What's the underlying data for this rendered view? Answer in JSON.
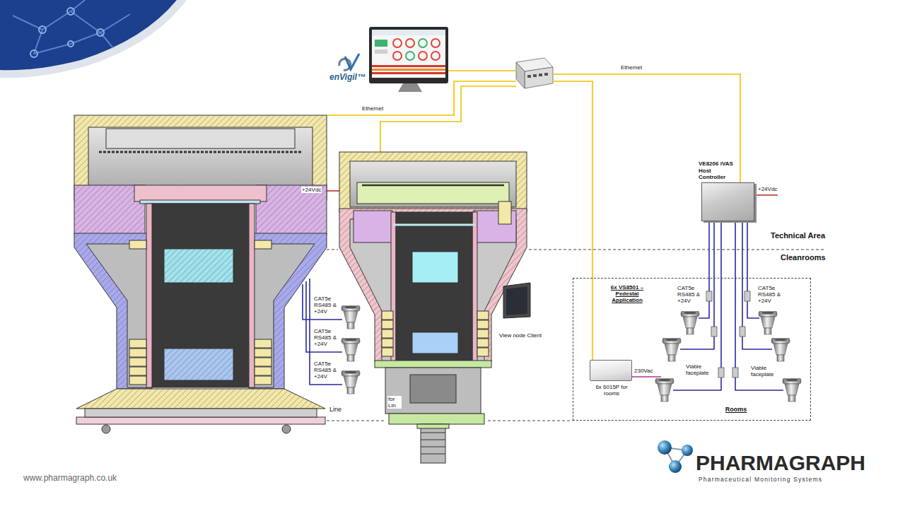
{
  "diagram": {
    "nodes": [
      {
        "text": [
          "VE8206 iVAS Host Controller"
        ]
      },
      {
        "text": [
          "6x VS8501 – Pedestal Application",
          "Rooms"
        ]
      },
      {
        "text": [
          "6x 6015P for rooms"
        ],
        "in": 1
      }
    ],
    "labels": [
      "enVigil™",
      "Ethernet",
      "Ethernet",
      "+24Vdc",
      "+24Vdc",
      "Technical Area",
      "Cleanrooms",
      "CAT5e RS485 & +24V",
      "CAT5e RS485 & +24V",
      "CAT5e RS485 & +24V",
      "CAT5e RS485 & +24V",
      "CAT5e RS485 & +24V",
      "View node Client",
      "230Vac",
      "Viable faceplate",
      "Viable faceplate",
      "Line",
      "for Lin",
      "www.pharmagraph.co.uk",
      "PHARMAGRAPH",
      "Pharmaceutical Monitoring Systems"
    ]
  }
}
